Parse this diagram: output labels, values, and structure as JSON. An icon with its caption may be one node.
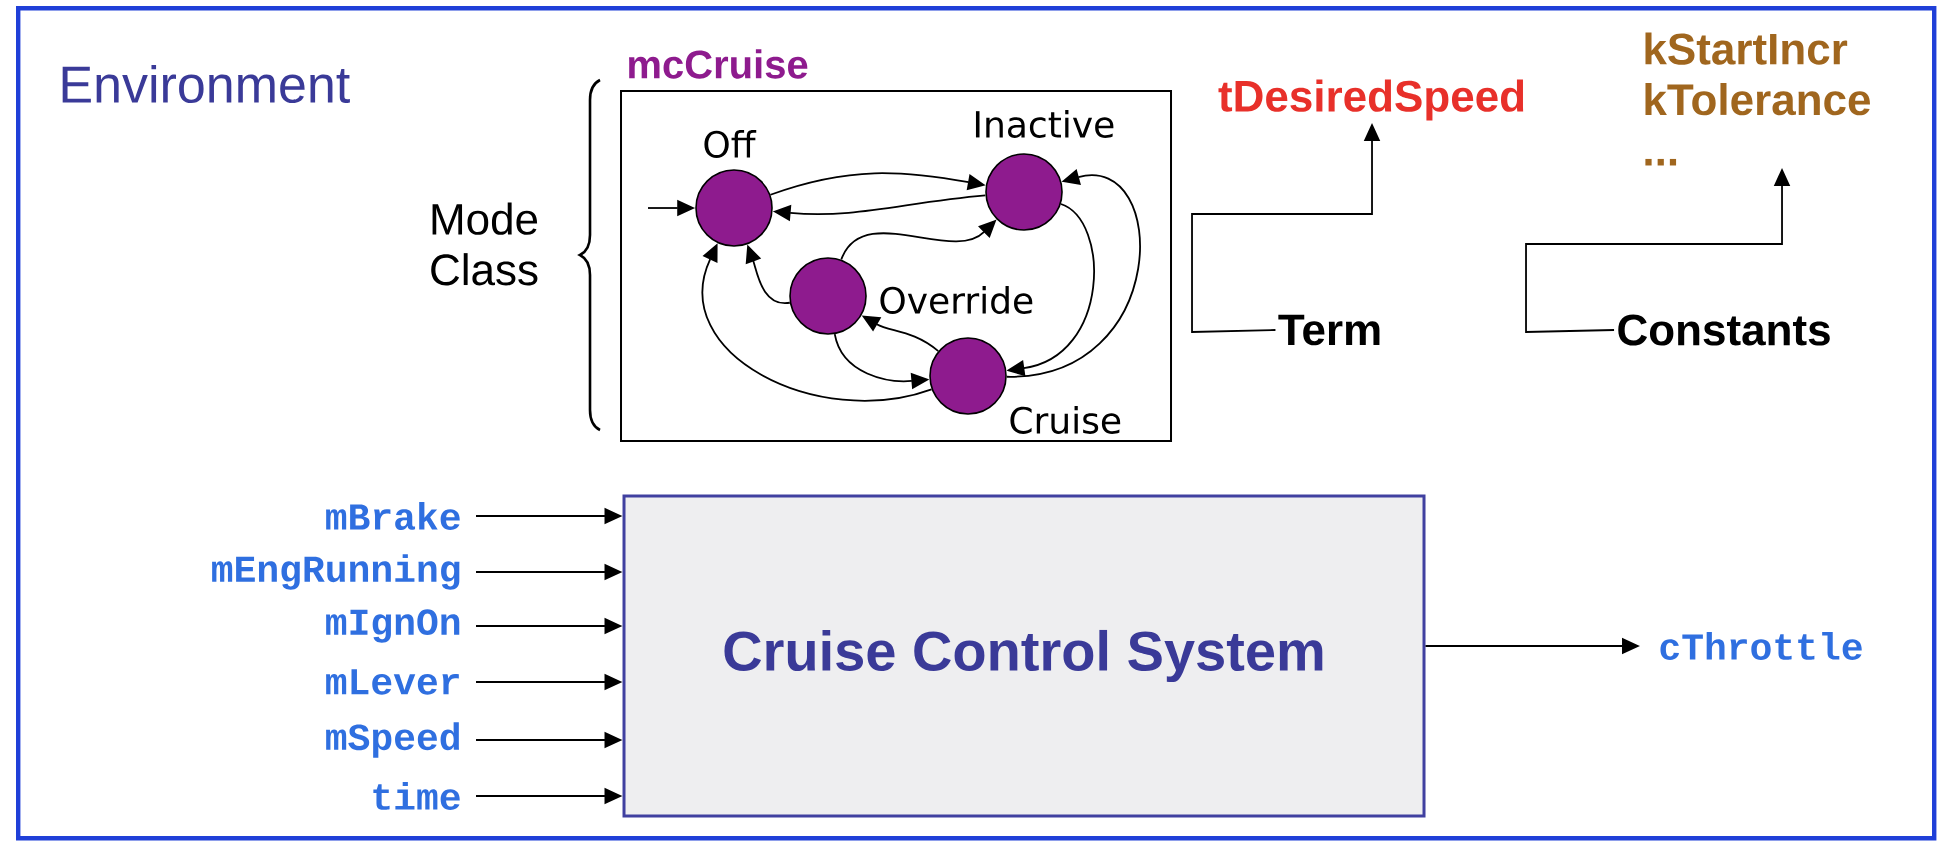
{
  "diagram": {
    "nodes": [
      {
        "text": [
          "Environment"
        ]
      },
      {
        "text": [
          "mcCruise"
        ],
        "in": 0
      },
      {
        "text": [],
        "shape": "circle",
        "beside": [
          "Off"
        ],
        "in": 1
      },
      {
        "text": [],
        "shape": "circle",
        "beside": [
          "Inactive"
        ],
        "in": 1
      },
      {
        "text": [],
        "shape": "circle",
        "beside": [
          "Override"
        ],
        "in": 1
      },
      {
        "text": [],
        "shape": "circle",
        "beside": [
          "Cruise"
        ],
        "in": 1
      },
      {
        "text": [
          "tDesiredSpeed"
        ],
        "in": 0
      },
      {
        "text": [
          "Term"
        ],
        "in": 0
      },
      {
        "text": [
          "kStartIncr",
          "kTolerance",
          "..."
        ],
        "in": 0
      },
      {
        "text": [
          "Constants"
        ],
        "in": 0
      },
      {
        "text": [
          "Cruise Control System"
        ],
        "in": 0
      },
      {
        "text": [
          "mBrake"
        ],
        "in": 0
      },
      {
        "text": [
          "mEngRunning"
        ],
        "in": 0
      },
      {
        "text": [
          "mIgnOn"
        ],
        "in": 0
      },
      {
        "text": [
          "mLever"
        ],
        "in": 0
      },
      {
        "text": [
          "mSpeed"
        ],
        "in": 0
      },
      {
        "text": [
          "time"
        ],
        "in": 0
      },
      {
        "text": [
          "cThrottle"
        ],
        "in": 0
      }
    ],
    "edges": [
      {
        "from": null,
        "to": 2,
        "arrow": "to"
      },
      {
        "from": 2,
        "to": 3,
        "arrow": "to"
      },
      {
        "from": 3,
        "to": 2,
        "arrow": "to"
      },
      {
        "from": 4,
        "to": 3,
        "arrow": "to"
      },
      {
        "from": 4,
        "to": 2,
        "arrow": "to"
      },
      {
        "from": 5,
        "to": 4,
        "arrow": "to"
      },
      {
        "from": 4,
        "to": 5,
        "arrow": "to"
      },
      {
        "from": 5,
        "to": 2,
        "arrow": "to"
      },
      {
        "from": 3,
        "to": 5,
        "arrow": "to"
      },
      {
        "from": 5,
        "to": 3,
        "arrow": "to"
      },
      {
        "from": 7,
        "to": 6,
        "arrow": "to"
      },
      {
        "from": 9,
        "to": 8,
        "arrow": "to"
      },
      {
        "from": 11,
        "to": 10,
        "arrow": "to"
      },
      {
        "from": 12,
        "to": 10,
        "arrow": "to"
      },
      {
        "from": 13,
        "to": 10,
        "arrow": "to"
      },
      {
        "from": 14,
        "to": 10,
        "arrow": "to"
      },
      {
        "from": 15,
        "to": 10,
        "arrow": "to"
      },
      {
        "from": 16,
        "to": 10,
        "arrow": "to"
      },
      {
        "from": 10,
        "to": 17,
        "arrow": "to"
      }
    ],
    "labels": [
      "Mode Class"
    ]
  }
}
